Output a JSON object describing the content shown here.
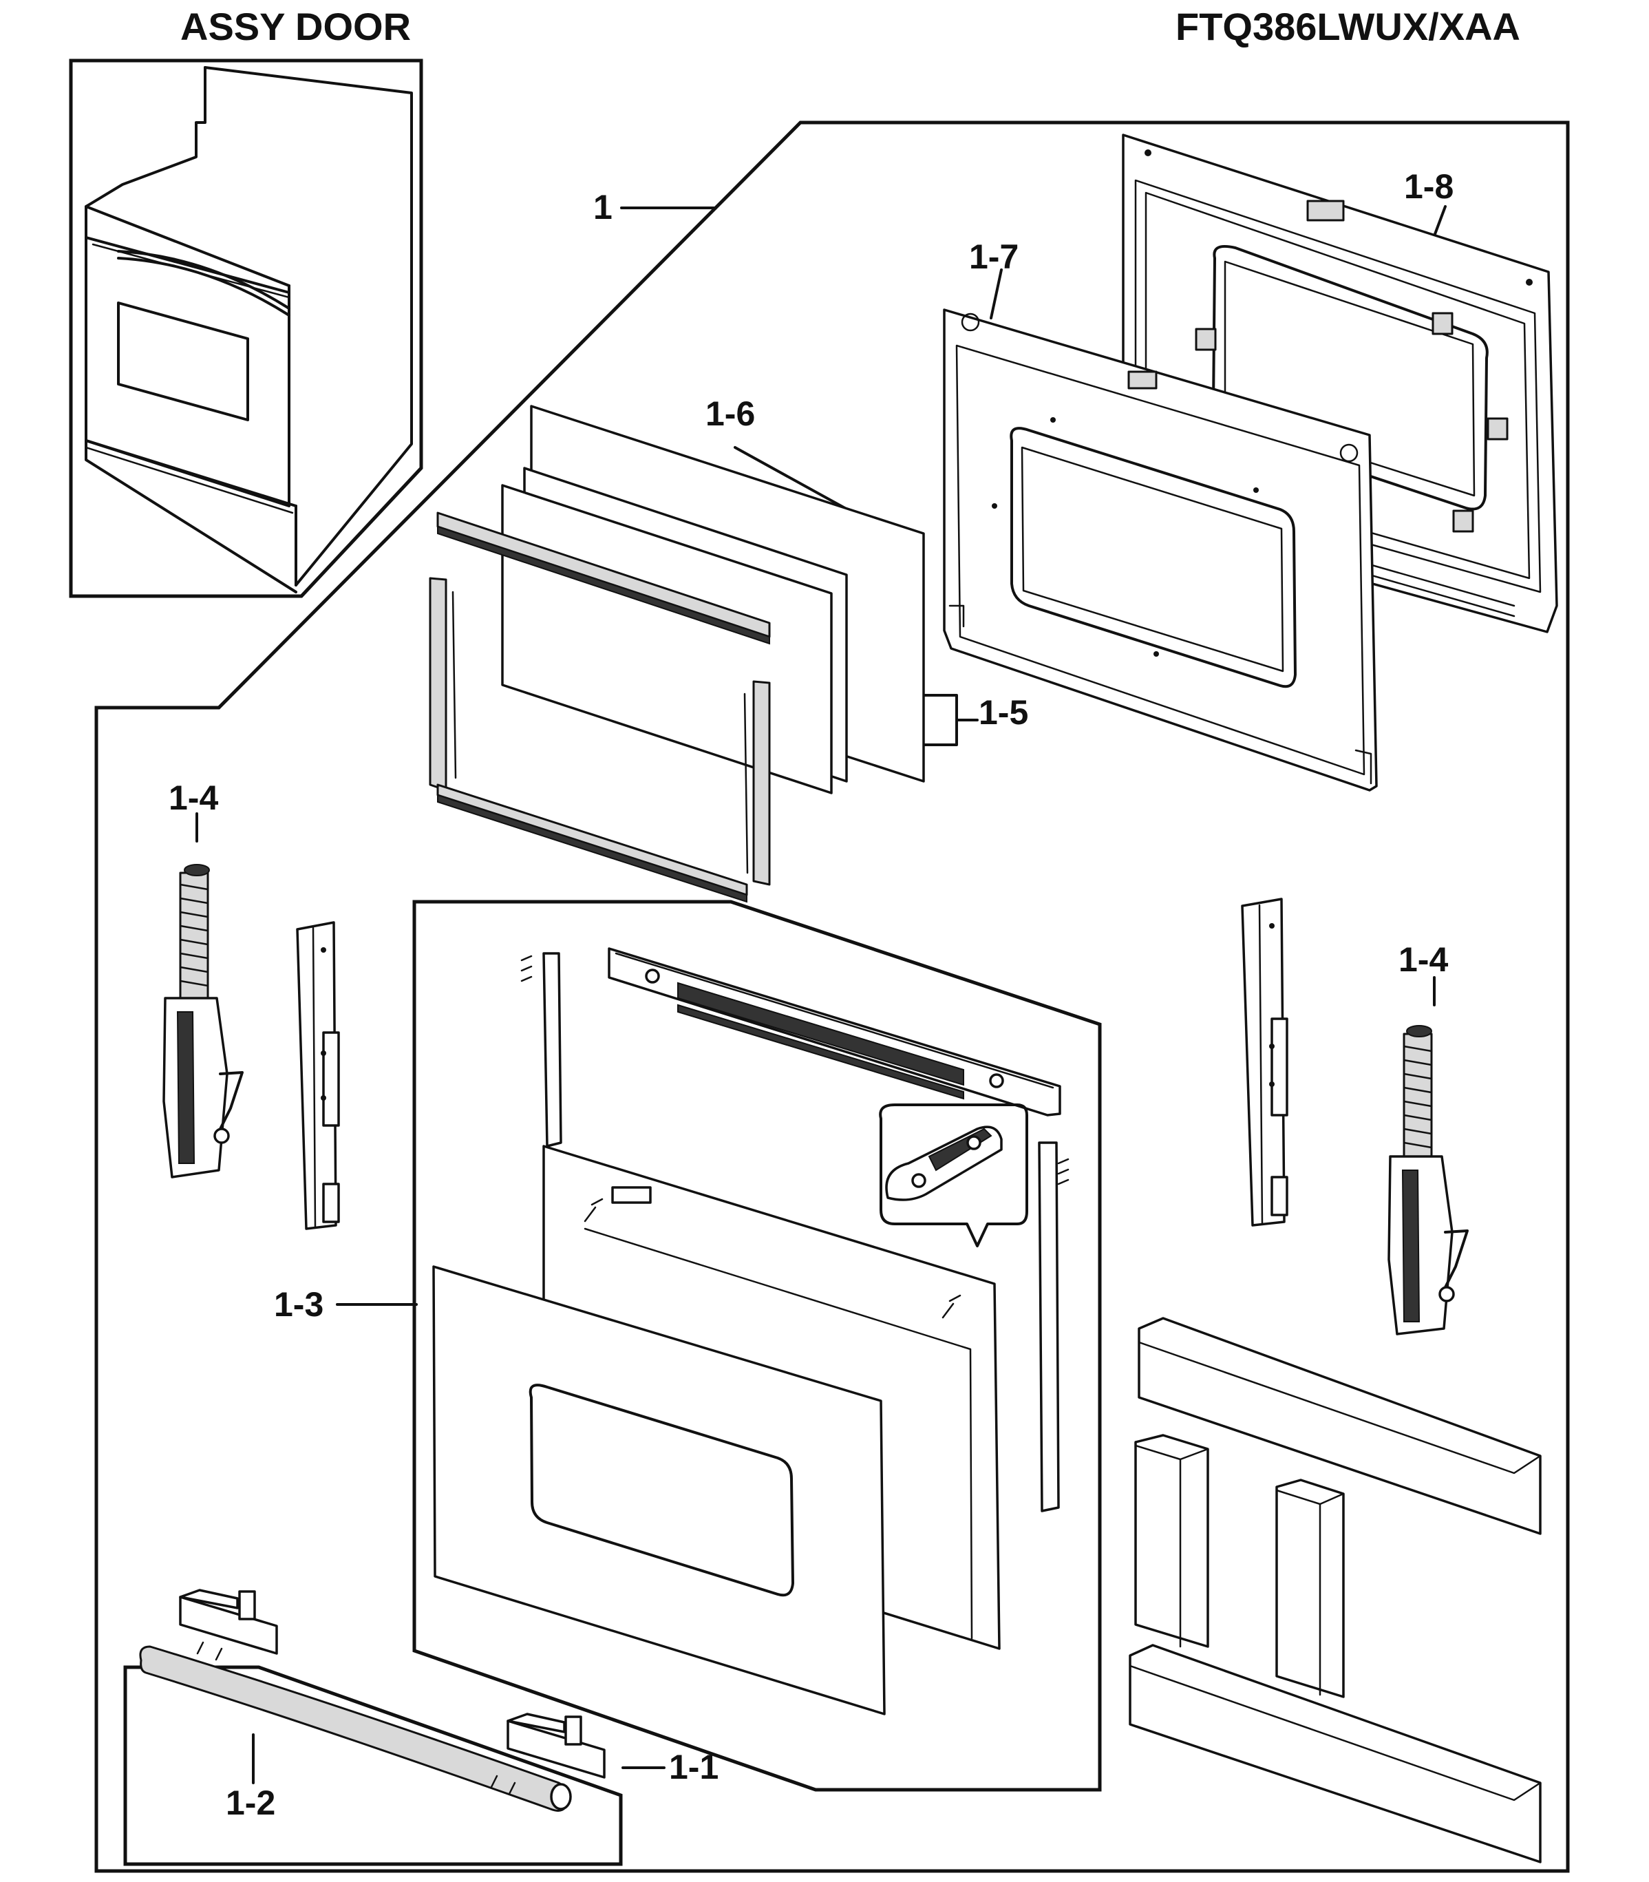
{
  "header": {
    "title": "ASSY DOOR",
    "model": "FTQ386LWUX/XAA"
  },
  "callouts": {
    "c1": "1",
    "c1_1": "1-1",
    "c1_2": "1-2",
    "c1_3": "1-3",
    "c1_4_left": "1-4",
    "c1_4_right": "1-4",
    "c1_5": "1-5",
    "c1_6": "1-6",
    "c1_7": "1-7",
    "c1_8": "1-8"
  }
}
